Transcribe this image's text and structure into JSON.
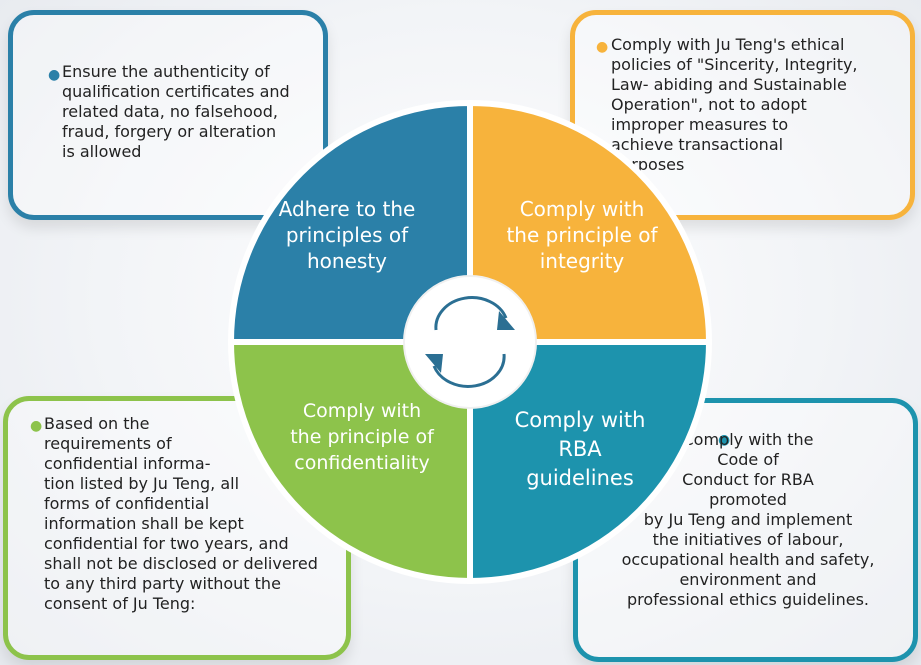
{
  "quadrants": {
    "top_left": {
      "label": "Adhere to the\nprinciples of\nhonesty",
      "text": "Ensure the authenticity of\nqualification certificates and\nrelated data, no falsehood,\nfraud, forgery or alteration\nis allowed"
    },
    "top_right": {
      "label": "Comply with\nthe principle of\nintegrity",
      "text": "Comply with Ju Teng's ethical\npolicies of \"Sincerity, Integrity,\nLaw- abiding and Sustainable\nOperation\", not to adopt\nimproper measures to\nachieve transactional\npurposes"
    },
    "bottom_left": {
      "label": "Comply with\nthe principle of\nconfidentiality",
      "text": "Based on the\nrequirements of\nconfidential informa-\ntion listed by Ju Teng, all\nforms of confidential\ninformation shall be kept\nconfidential for two years, and\nshall not be disclosed or delivered\nto any third party without the\nconsent of Ju Teng:"
    },
    "bottom_right": {
      "label": "Comply with\nRBA\nguidelines",
      "text": "Comply with the\nCode of\nConduct for RBA\npromoted\nby Ju Teng and implement\nthe initiatives of labour,\noccupational health and safety,\nenvironment and\nprofessional ethics guidelines."
    }
  },
  "center_icon": "refresh-cycle-icon",
  "colors": {
    "blue": "#2b80a8",
    "orange": "#f7b33c",
    "green": "#8dc34b",
    "teal": "#1d93ad",
    "white": "#ffffff"
  }
}
